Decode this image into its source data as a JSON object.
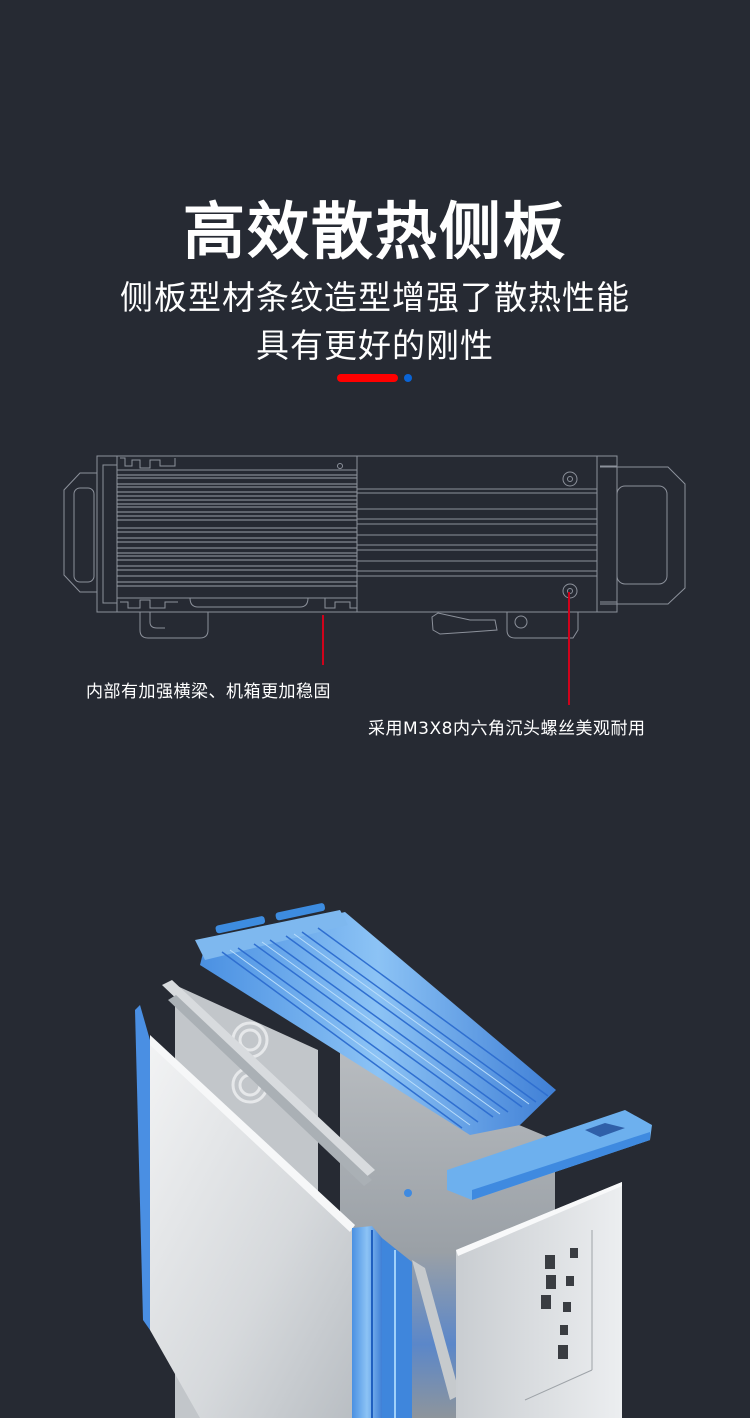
{
  "header": {
    "title": "高效散热侧板",
    "subtitle_line1": "侧板型材条纹造型增强了散热性能",
    "subtitle_line2": "具有更好的刚性"
  },
  "accent": {
    "bar_color": "#ff0000",
    "dot_color": "#0a64d6"
  },
  "diagram": {
    "type": "technical-line-drawing",
    "description": "side panel cross-section drawing",
    "callouts": [
      {
        "text": "内部有加强横梁、机箱更加稳固",
        "line_color": "#d0021b"
      },
      {
        "text": "采用M3X8内六角沉头螺丝美观耐用",
        "line_color": "#d0021b"
      }
    ]
  },
  "render": {
    "description": "exploded 3D view of aluminum chassis with blue heatsink side panel",
    "colors": {
      "aluminum": "#d9dcdf",
      "blue_profile": "#6aaeea",
      "background": "#262a33"
    }
  }
}
